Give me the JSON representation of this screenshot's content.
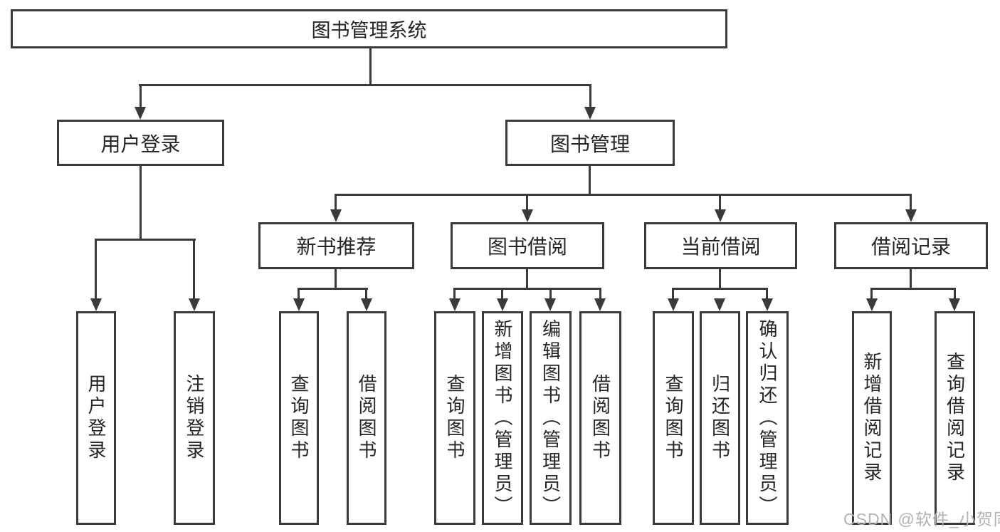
{
  "colors": {
    "line": "#3a3a3a",
    "text": "#262626",
    "wm": "#b3b3b3",
    "bg": "#ffffff"
  },
  "watermark": {
    "text": "CSDN @软件_小贺同学"
  },
  "tree": {
    "label": "图书管理系统",
    "children": [
      {
        "label": "用户登录",
        "children": [
          {
            "label": "用户登录"
          },
          {
            "label": "注销登录"
          }
        ]
      },
      {
        "label": "图书管理",
        "children": [
          {
            "label": "新书推荐",
            "children": [
              {
                "label": "查询图书"
              },
              {
                "label": "借阅图书"
              }
            ]
          },
          {
            "label": "图书借阅",
            "children": [
              {
                "label": "查询图书"
              },
              {
                "label": "新增图书（管理员）"
              },
              {
                "label": "编辑图书（管理员）"
              },
              {
                "label": "借阅图书"
              }
            ]
          },
          {
            "label": "当前借阅",
            "children": [
              {
                "label": "查询图书"
              },
              {
                "label": "归还图书"
              },
              {
                "label": "确认归还（管理员）"
              }
            ]
          },
          {
            "label": "借阅记录",
            "children": [
              {
                "label": "新增借阅记录"
              },
              {
                "label": "查询借阅记录"
              }
            ]
          }
        ]
      }
    ]
  }
}
